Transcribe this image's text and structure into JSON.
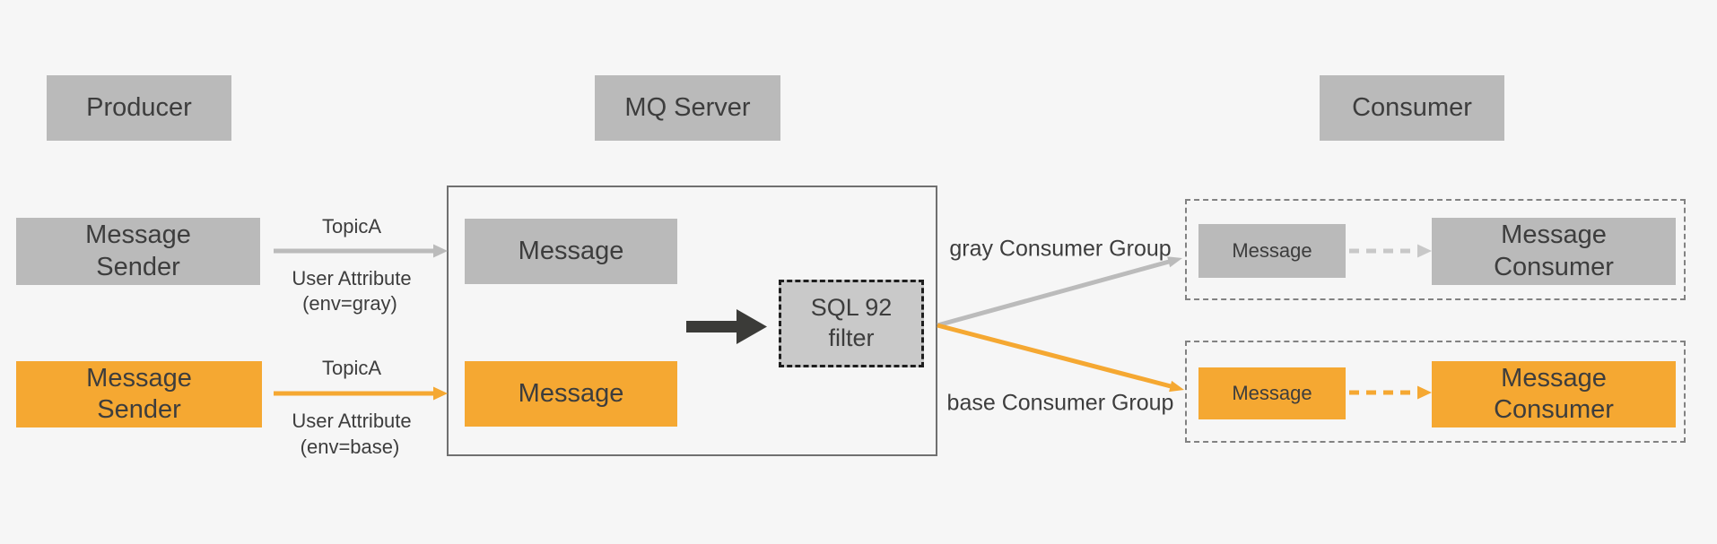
{
  "colors": {
    "bg": "#F6F6F6",
    "box-gray": "#BABABA",
    "box-orange": "#F5A832",
    "box-filter": "#C9C9C9",
    "text-dark": "#3D3D3D",
    "border-dark": "#707070",
    "border-dashed": "#828282",
    "arrow-gray": "#BBBBBB",
    "arrow-orange": "#F5A832",
    "arrow-black": "#3B3B38",
    "arrow-dash-gray": "#C8C8C8",
    "arrow-dash-orange": "#F5A832"
  },
  "headers": {
    "producer": "Producer",
    "mq_server": "MQ Server",
    "consumer": "Consumer"
  },
  "producer": {
    "gray_sender": {
      "line1": "Message",
      "line2": "Sender"
    },
    "base_sender": {
      "line1": "Message",
      "line2": "Sender"
    }
  },
  "topic_links": {
    "gray": {
      "topic": "TopicA",
      "attr_line1": "User Attribute",
      "attr_line2": "(env=gray)"
    },
    "base": {
      "topic": "TopicA",
      "attr_line1": "User Attribute",
      "attr_line2": "(env=base)"
    }
  },
  "mq": {
    "gray_message": "Message",
    "base_message": "Message",
    "filter": {
      "line1": "SQL 92",
      "line2": "filter"
    }
  },
  "consumer_groups": {
    "gray": {
      "label": "gray Consumer Group",
      "message": "Message",
      "consumer": {
        "line1": "Message",
        "line2": "Consumer"
      }
    },
    "base": {
      "label": "base Consumer Group",
      "message": "Message",
      "consumer": {
        "line1": "Message",
        "line2": "Consumer"
      }
    }
  }
}
